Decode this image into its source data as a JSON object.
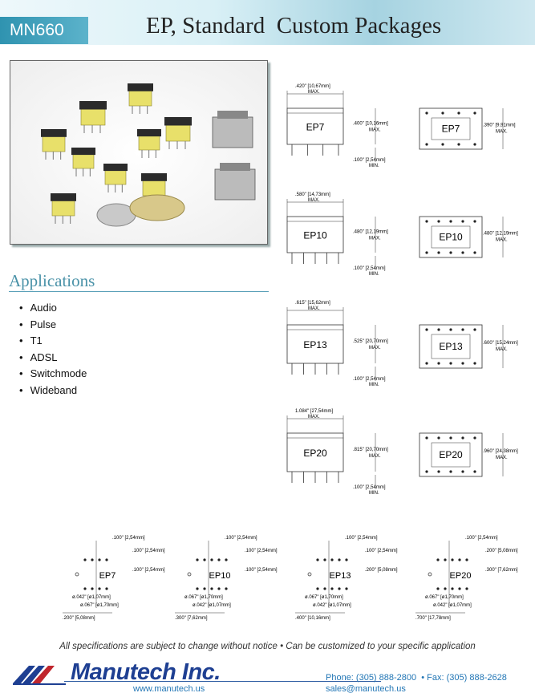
{
  "header": {
    "part_number": "MN660",
    "title": "EP, Standard  Custom Packages"
  },
  "applications": {
    "heading": "Applications",
    "items": [
      "Audio",
      "Pulse",
      "T1",
      "ADSL",
      "Switchmode",
      "Wideband"
    ]
  },
  "packages": [
    {
      "name": "EP7",
      "width": ".420\" [10,67mm]",
      "height": ".400\" [10,16mm]",
      "pin": ".100\" [2,54mm]",
      "top_dim": ".390\" [9,91mm]"
    },
    {
      "name": "EP10",
      "width": ".580\" [14,73mm]",
      "height": ".480\" [12,19mm]",
      "pin": ".100\" [2,54mm]",
      "top_dim": ".480\" [12,19mm]"
    },
    {
      "name": "EP13",
      "width": ".615\" [15,62mm]",
      "height": ".525\" [20,70mm]",
      "pin": ".100\" [2,54mm]",
      "top_dim": ".600\" [15,24mm]"
    },
    {
      "name": "EP20",
      "width": "1.084\" [27,54mm]",
      "height": ".815\" [20,70mm]",
      "pin": ".100\" [2,54mm]",
      "top_dim": ".960\" [24,38mm]"
    }
  ],
  "labels": {
    "max": "MAX.",
    "min": "MIN."
  },
  "footprints": [
    {
      "name": "EP7",
      "d1": ".100\" [2,54mm]",
      "d2": ".100\" [2,54mm]",
      "d3": ".100\" [2,54mm]",
      "h1": "ø.042\" [ø1,07mm]",
      "h2": "ø.067\" [ø1,70mm]",
      "d4": ".200\" [5,08mm]"
    },
    {
      "name": "EP10",
      "d1": ".100\" [2,54mm]",
      "d2": ".100\" [2,54mm]",
      "d3": ".100\" [2,54mm]",
      "h1": "ø.067\" [ø1,70mm]",
      "h2": "ø.042\" [ø1,07mm]",
      "d4": ".300\" [7,62mm]"
    },
    {
      "name": "EP13",
      "d1": ".100\" [2,54mm]",
      "d2": ".100\" [2,54mm]",
      "d3": ".200\" [5,08mm]",
      "h1": "ø.067\" [ø1,70mm]",
      "h2": "ø.042\" [ø1,07mm]",
      "d4": ".400\" [10,16mm]"
    },
    {
      "name": "EP20",
      "d1": ".100\" [2,54mm]",
      "d2": ".200\" [5,08mm]",
      "d3": ".300\" [7,62mm]",
      "h1": "ø.067\" [ø1,70mm]",
      "h2": "ø.042\" [ø1,07mm]",
      "d4": ".700\" [17,78mm]"
    }
  ],
  "footer": {
    "disclaimer": "All specifications are subject to change without notice • Can be customized to your specific application",
    "company": "Manutech Inc.",
    "website": "www.manutech.us",
    "phone": "Phone: (305) 888-2800  • Fax: (305) 888-2628",
    "email": "sales@manutech.us"
  },
  "colors": {
    "accent": "#4a92a8",
    "brand": "#1e3f92",
    "link": "#2276b5"
  }
}
